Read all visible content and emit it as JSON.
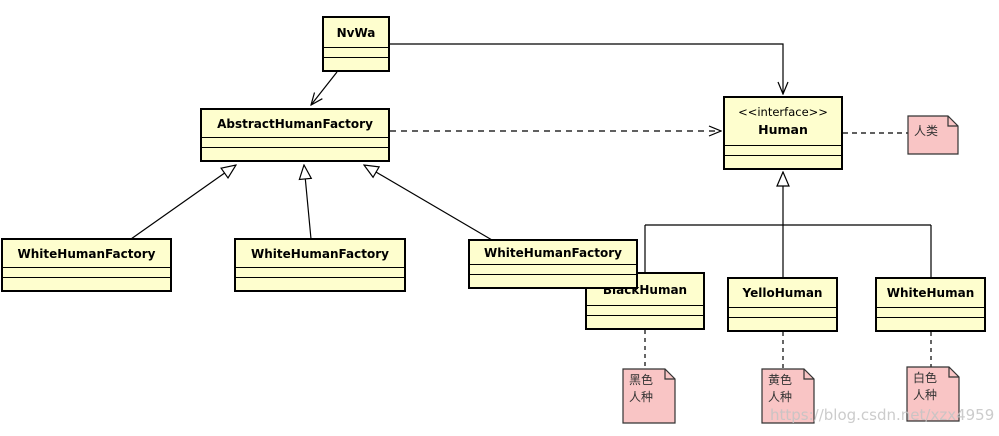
{
  "diagram": {
    "type": "uml-class-diagram",
    "classes": [
      {
        "name": "NvWa"
      },
      {
        "name": "AbstractHumanFactory"
      },
      {
        "name": "WhiteHumanFactory"
      },
      {
        "name": "WhiteHumanFactory"
      },
      {
        "name": "WhiteHumanFactory"
      },
      {
        "name": "BlackHuman"
      },
      {
        "name": "YelloHuman"
      },
      {
        "name": "WhiteHuman"
      }
    ],
    "interface": {
      "stereotype": "<<interface>>",
      "name": "Human"
    },
    "notes": [
      {
        "text": "人类"
      },
      {
        "text": "黑色\n人种"
      },
      {
        "text": "黄色\n人种"
      },
      {
        "text": "白色\n人种"
      }
    ],
    "relationships": [
      {
        "from": "NvWa",
        "to": "AbstractHumanFactory",
        "type": "directed-association"
      },
      {
        "from": "NvWa",
        "to": "Human",
        "type": "directed-association"
      },
      {
        "from": "AbstractHumanFactory",
        "to": "Human",
        "type": "dashed-dependency"
      },
      {
        "from": "WhiteHumanFactory-1",
        "to": "AbstractHumanFactory",
        "type": "generalization"
      },
      {
        "from": "WhiteHumanFactory-2",
        "to": "AbstractHumanFactory",
        "type": "generalization"
      },
      {
        "from": "WhiteHumanFactory-3",
        "to": "AbstractHumanFactory",
        "type": "generalization"
      },
      {
        "from": "BlackHuman",
        "to": "Human",
        "type": "generalization"
      },
      {
        "from": "YelloHuman",
        "to": "Human",
        "type": "generalization"
      },
      {
        "from": "WhiteHuman",
        "to": "Human",
        "type": "generalization"
      },
      {
        "from": "Human",
        "to": "note-人类",
        "type": "note-link"
      },
      {
        "from": "BlackHuman",
        "to": "note-黑色人种",
        "type": "note-link"
      },
      {
        "from": "YelloHuman",
        "to": "note-黄色人种",
        "type": "note-link"
      },
      {
        "from": "WhiteHuman",
        "to": "note-白色人种",
        "type": "note-link"
      }
    ],
    "watermark": "https://blog.csdn.net/xzx4959",
    "colors": {
      "class_fill": "#FEFECE",
      "class_border": "#000000",
      "note_fill": "#F9C5C5",
      "note_border": "#333333",
      "connector": "#000000",
      "watermark_color": "#C3C3C3",
      "background": "#FFFFFF"
    }
  }
}
